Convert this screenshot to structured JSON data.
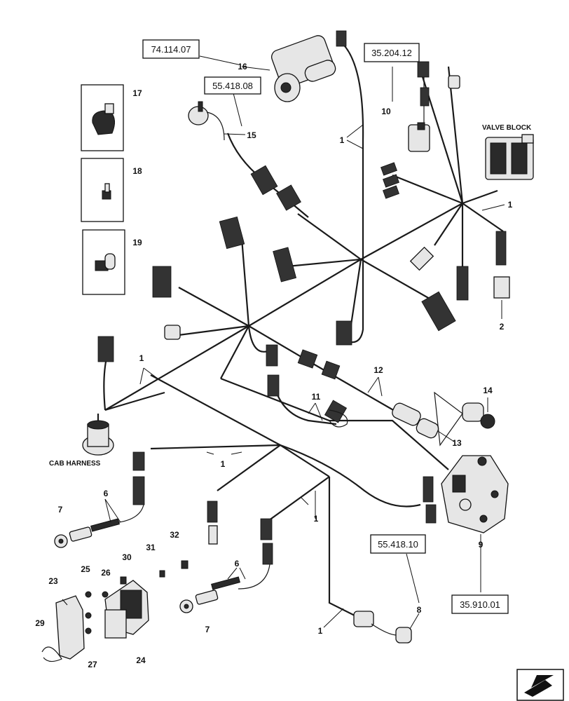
{
  "reference_boxes": {
    "ref_74_114_07": "74.114.07",
    "ref_55_418_08": "55.418.08",
    "ref_35_204_12": "35.204.12",
    "ref_55_418_10": "55.418.10",
    "ref_35_910_01": "35.910.01"
  },
  "labels": {
    "valve_block": "VALVE BLOCK",
    "cab_harness": "CAB HARNESS"
  },
  "callouts": {
    "c1": "1",
    "c2": "2",
    "c6": "6",
    "c7": "7",
    "c8": "8",
    "c9": "9",
    "c10": "10",
    "c11": "11",
    "c12": "12",
    "c13": "13",
    "c14": "14",
    "c15": "15",
    "c16": "16",
    "c17": "17",
    "c18": "18",
    "c19": "19",
    "c23": "23",
    "c24": "24",
    "c25": "25",
    "c26": "26",
    "c27": "27",
    "c29": "29",
    "c30": "30",
    "c31": "31",
    "c32": "32"
  },
  "icons": {
    "nav_arrow": "page-nav-arrow-icon"
  }
}
